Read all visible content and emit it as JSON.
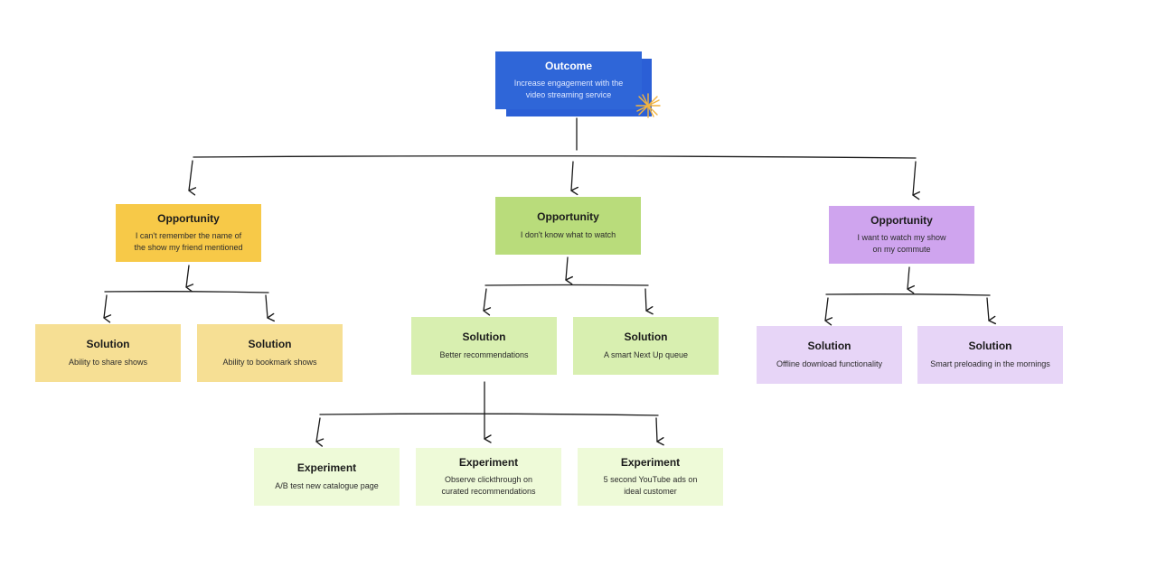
{
  "colors": {
    "outcome": "#2f66d8",
    "opportunity_yellow": "#f7c948",
    "opportunity_green": "#b9dc7b",
    "opportunity_purple": "#cfa4ee",
    "solution_yellow": "#f6df94",
    "solution_green": "#d8efb0",
    "solution_purple": "#e7d5f7",
    "experiment_green": "#eefad8",
    "connector": "#1a1a1a",
    "spark": "#f2b441"
  },
  "outcome": {
    "title": "Outcome",
    "desc_line1": "Increase engagement with the",
    "desc_line2": "video streaming service",
    "icon": "spark-icon"
  },
  "opportunities": [
    {
      "title": "Opportunity",
      "desc_line1": "I can't remember the name of",
      "desc_line2": "the show my friend mentioned"
    },
    {
      "title": "Opportunity",
      "desc_line1": "I don't know what to watch",
      "desc_line2": ""
    },
    {
      "title": "Opportunity",
      "desc_line1": "I want to watch my show",
      "desc_line2": "on my commute"
    }
  ],
  "solutions": [
    {
      "title": "Solution",
      "desc": "Ability to share shows"
    },
    {
      "title": "Solution",
      "desc": "Ability to bookmark shows"
    },
    {
      "title": "Solution",
      "desc": "Better recommendations"
    },
    {
      "title": "Solution",
      "desc": "A smart Next Up queue"
    },
    {
      "title": "Solution",
      "desc": "Offline download functionality"
    },
    {
      "title": "Solution",
      "desc": "Smart preloading in the mornings"
    }
  ],
  "experiments": [
    {
      "title": "Experiment",
      "desc_line1": "A/B test new catalogue page",
      "desc_line2": ""
    },
    {
      "title": "Experiment",
      "desc_line1": "Observe clickthrough on",
      "desc_line2": "curated recommendations"
    },
    {
      "title": "Experiment",
      "desc_line1": "5 second YouTube ads on",
      "desc_line2": "ideal customer"
    }
  ]
}
